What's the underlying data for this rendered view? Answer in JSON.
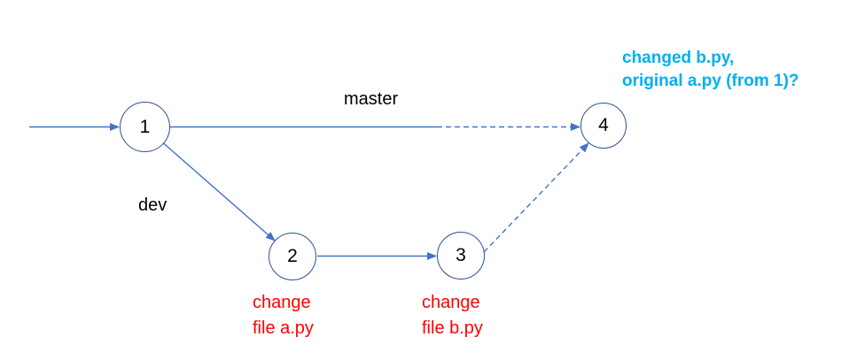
{
  "colors": {
    "background": "#FFFFFF",
    "edge": "#4472C4",
    "node_stroke": "#2F528F",
    "node_fill": "#FFFFFF",
    "node_text": "#000000",
    "branch_label_text": "#000000",
    "note_text": "#FF0000",
    "annotation_text": "#00B0F0"
  },
  "nodes": [
    {
      "label": "1"
    },
    {
      "label": "2"
    },
    {
      "label": "3"
    },
    {
      "label": "4"
    }
  ],
  "branch_labels": {
    "master": "master",
    "dev": "dev"
  },
  "notes": {
    "node2": {
      "line1": "change",
      "line2": "file a.py"
    },
    "node3": {
      "line1": "change",
      "line2": "file b.py"
    }
  },
  "annotation": {
    "line1": "changed b.py,",
    "line2": "original a.py (from 1)?"
  }
}
